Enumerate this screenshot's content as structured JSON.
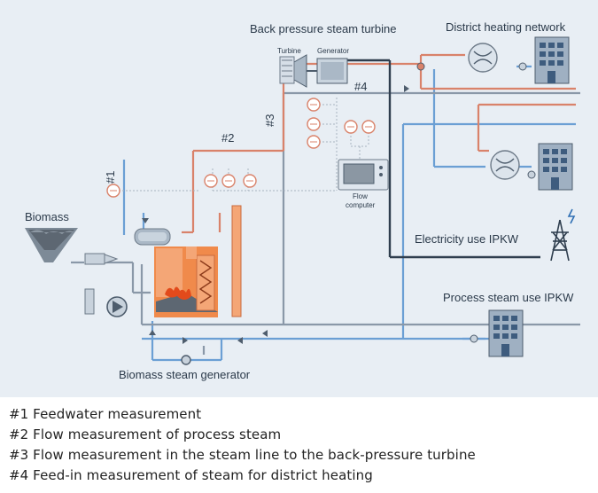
{
  "diagram": {
    "labels": {
      "back_pressure_turbine": "Back pressure steam turbine",
      "turbine": "Turbine",
      "generator": "Generator",
      "district_heating": "District heating network",
      "biomass": "Biomass",
      "electricity_use": "Electricity use IPKW",
      "process_steam_use": "Process steam use IPKW",
      "biomass_generator": "Biomass steam generator",
      "flow_computer_line1": "Flow",
      "flow_computer_line2": "computer",
      "m1": "#1",
      "m2": "#2",
      "m3": "#3",
      "m4": "#4"
    },
    "colors": {
      "background": "#e8eef4",
      "steam_line": "#d9826a",
      "water_line": "#6b9fd4",
      "power_line": "#2f3e4e",
      "gray_line": "#8a98a8",
      "furnace": "#f08a4b",
      "stack": "#f4a676"
    }
  },
  "legend": {
    "items": [
      "#1 Feedwater measurement",
      "#2 Flow measurement of process steam",
      "#3 Flow measurement in the steam line to the back-pressure turbine",
      "#4 Feed-in measurement of steam for district heating"
    ]
  }
}
